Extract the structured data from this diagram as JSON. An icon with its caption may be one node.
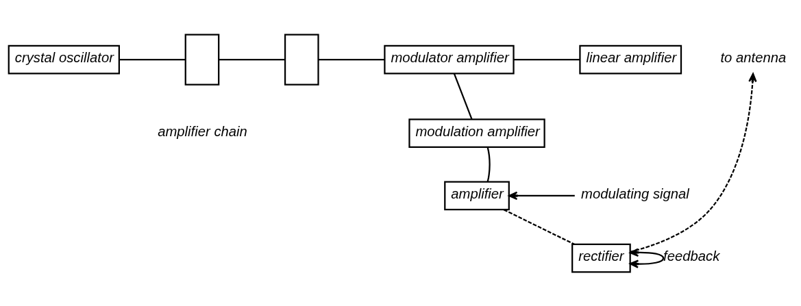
{
  "diagram": {
    "nodes": [
      {
        "text": [
          "crystal oscillator"
        ]
      },
      {
        "text": [],
        "shape": "box"
      },
      {
        "text": [],
        "shape": "box"
      },
      {
        "text": [
          "modulator amplifier"
        ]
      },
      {
        "text": [
          "linear amplifier"
        ]
      },
      {
        "text": [
          "modulation amplifier"
        ]
      },
      {
        "text": [
          "rectifier"
        ]
      },
      {
        "text": [
          "modulating signal"
        ]
      },
      {
        "text": [
          "amplifier"
        ]
      },
      {
        "text": [
          "to antenna"
        ]
      }
    ],
    "edges": [
      {
        "from": 0,
        "to": 1,
        "arrow": "none"
      },
      {
        "from": 1,
        "to": 2,
        "arrow": "none"
      },
      {
        "from": 2,
        "to": 3,
        "arrow": "none"
      },
      {
        "from": 3,
        "to": 4,
        "arrow": "none"
      },
      {
        "from": 3,
        "to": 5,
        "arrow": "none"
      },
      {
        "from": 7,
        "to": 8,
        "arrow": "to"
      },
      {
        "from": 8,
        "to": 5,
        "arrow": "none"
      },
      {
        "from": 8,
        "to": 6,
        "arrow": "none",
        "style": "dashed"
      },
      {
        "from": 6,
        "to": 6,
        "arrow": "both",
        "label": "feedback"
      },
      {
        "from": 6,
        "to": 9,
        "arrow": "to",
        "style": "dashed"
      }
    ],
    "labels": [
      "amplifier chain"
    ]
  }
}
